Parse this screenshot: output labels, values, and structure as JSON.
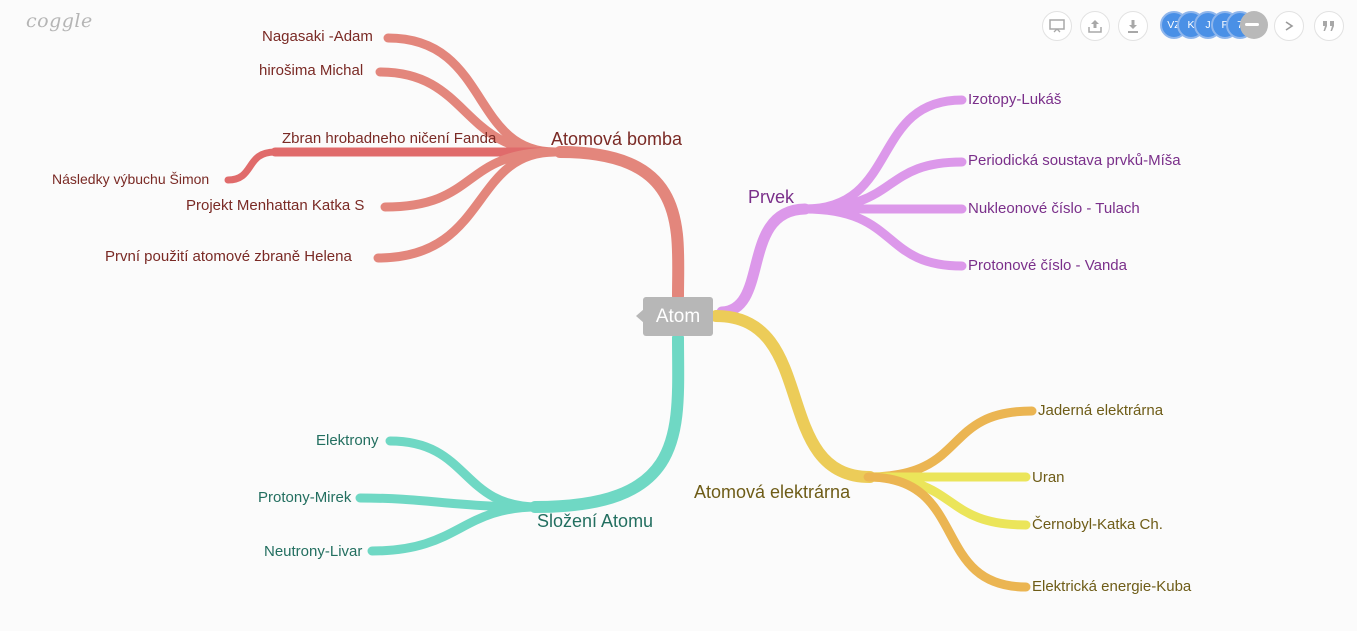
{
  "app": {
    "logo": "coggle"
  },
  "toolbar": {
    "collaborators": [
      "VZ",
      "K",
      "J",
      "P",
      "7"
    ]
  },
  "map": {
    "root": "Atom",
    "colors": {
      "bomba": "#e3867c",
      "bomba_dark": "#e06b6b",
      "prvek": "#dc98ea",
      "elektrarna": "#eccc58",
      "elektrarna_orange": "#ebb552",
      "elektrarna_yellow": "#ebe55a",
      "slozeni": "#6fd8c4",
      "text_bomba": "#7a2a25",
      "text_prvek": "#7a2f8a",
      "text_elektrarna": "#6e5c17",
      "text_slozeni": "#236f60"
    },
    "branches": {
      "bomba": {
        "label": "Atomová bomba",
        "children": [
          "Nagasaki -Adam",
          "hirošima Michal",
          "Zbran hrobadneho ničení Fanda",
          "Projekt Menhattan Katka S",
          "První použití atomové zbraně Helena"
        ],
        "grandchild": "Následky výbuchu Šimon"
      },
      "prvek": {
        "label": "Prvek",
        "children": [
          "Izotopy-Lukáš",
          "Periodická soustava prvků-Míša",
          "Nukleonové číslo - Tulach",
          "Protonové číslo - Vanda"
        ]
      },
      "elektrarna": {
        "label": "Atomová elektrárna",
        "children": [
          "Jaderná elektrárna",
          "Uran",
          "Černobyl-Katka Ch.",
          "Elektrická energie-Kuba"
        ]
      },
      "slozeni": {
        "label": "Složení Atomu",
        "children": [
          "Elektrony",
          "Protony-Mirek",
          "Neutrony-Livar"
        ]
      }
    }
  }
}
